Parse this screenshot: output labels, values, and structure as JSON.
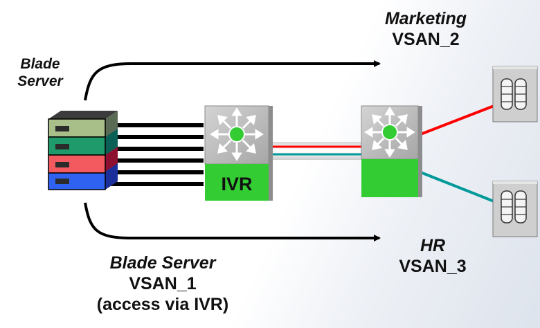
{
  "labels": {
    "blade_server_top_line1": "Blade",
    "blade_server_top_line2": "Server",
    "marketing_title": "Marketing",
    "marketing_vsan": "VSAN_2",
    "hr_title": "HR",
    "hr_vsan": "VSAN_3",
    "blade_server_bottom_title": "Blade Server",
    "blade_server_bottom_vsan": "VSAN_1",
    "blade_server_bottom_note": "(access via IVR)",
    "switch_ivr_label": "IVR"
  },
  "colors": {
    "marketing_link": "#ff0000",
    "hr_link": "#009999",
    "switch_green": "#33cc33",
    "switch_grey": "#b9b9b9",
    "blade_slot_1": "#a8bf8a",
    "blade_slot_2": "#1f9a6a",
    "blade_slot_3": "#f25a5f",
    "blade_slot_4": "#2f62f0"
  },
  "icons": {
    "switch": "director-switch-icon",
    "storage": "storage-array-icon",
    "server": "blade-chassis-icon"
  }
}
